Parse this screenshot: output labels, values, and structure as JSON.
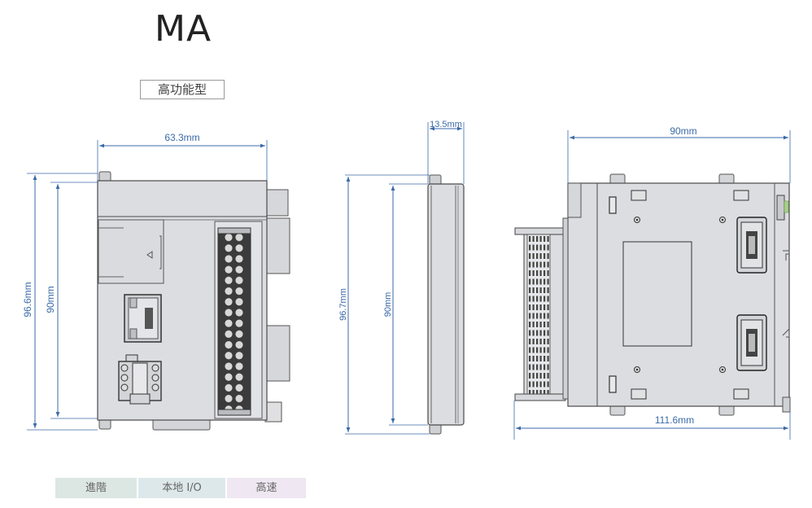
{
  "header": {
    "model": "MA",
    "type_label": "高功能型"
  },
  "views": {
    "front": {
      "width_label": "63.3mm",
      "total_height_label": "96.6mm",
      "body_height_label": "90mm"
    },
    "side": {
      "depth_label": "13.5mm",
      "total_height_label": "96.7mm",
      "body_height_label": "90mm"
    },
    "top": {
      "body_width_label": "90mm",
      "total_width_label": "111.6mm"
    }
  },
  "tags": [
    {
      "label": "進階",
      "color": "#dce6e2"
    },
    {
      "label": "本地 I/O",
      "color": "#dde8ea"
    },
    {
      "label": "高速",
      "color": "#efe7f1"
    }
  ],
  "colors": {
    "dimension": "#3b6aa8",
    "body_fill": "#dcdde0",
    "outline": "#4a4a4a"
  }
}
